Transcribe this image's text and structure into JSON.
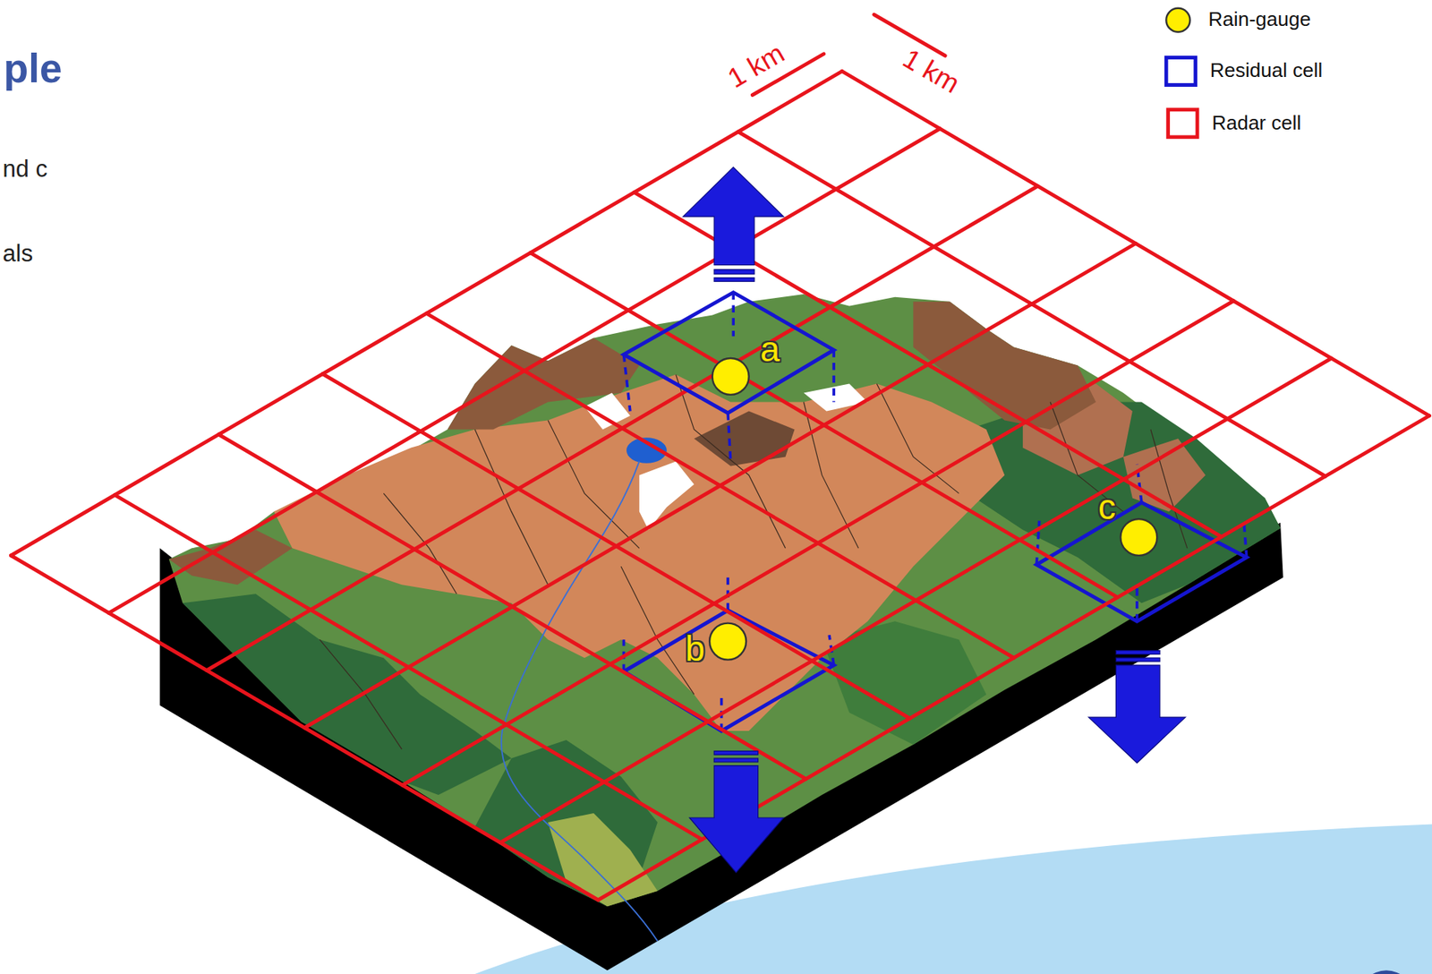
{
  "diagram": {
    "title": "ple",
    "labels": [
      "nd c",
      "als",
      "1 km",
      "1 km",
      "a",
      "c",
      "b"
    ],
    "legend": [
      {
        "text": "Rain-gauge"
      },
      {
        "text": "Residual cell"
      },
      {
        "text": "Radar cell"
      }
    ]
  }
}
